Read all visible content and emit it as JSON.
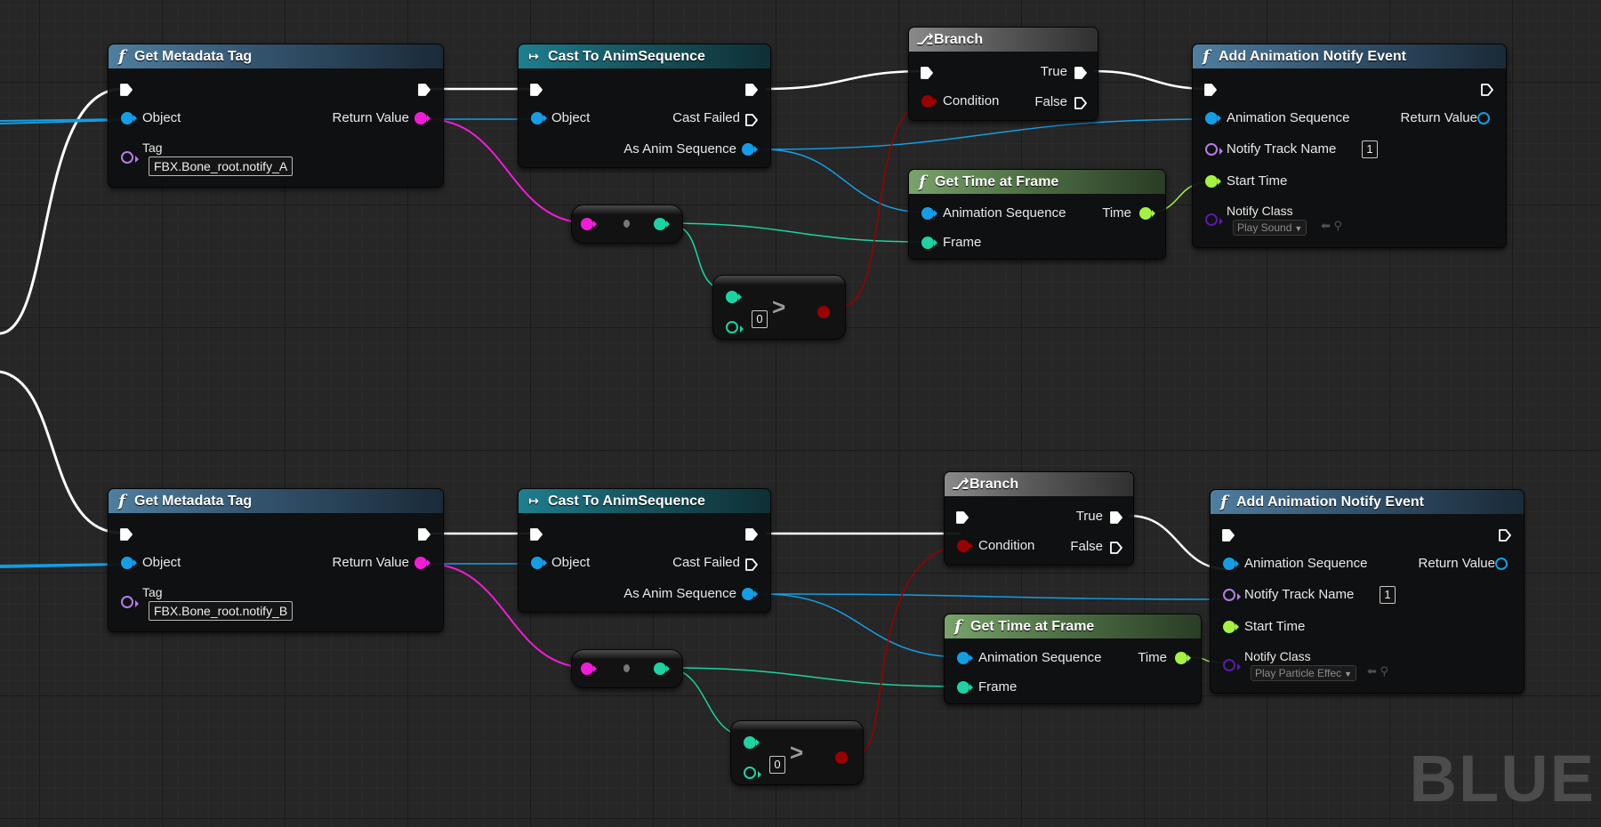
{
  "watermark": "BLUE",
  "colors": {
    "exec": "#ffffff",
    "object": "#139ee6",
    "tag": "#b57de9",
    "string": "#f21cd8",
    "integer": "#1bd4a2",
    "float": "#a5f241",
    "boolean": "#9b0000",
    "class": "#5a1aa8"
  },
  "graphs": [
    {
      "get_metadata_tag": {
        "title": "Get Metadata Tag",
        "object_label": "Object",
        "tag_label": "Tag",
        "return_label": "Return Value",
        "tag_value": "FBX.Bone_root.notify_A"
      },
      "cast": {
        "title": "Cast To AnimSequence",
        "object_label": "Object",
        "cast_failed_label": "Cast Failed",
        "as_label": "As Anim Sequence"
      },
      "branch": {
        "title": "Branch",
        "condition_label": "Condition",
        "true_label": "True",
        "false_label": "False"
      },
      "get_time": {
        "title": "Get Time at Frame",
        "anim_label": "Animation Sequence",
        "frame_label": "Frame",
        "time_label": "Time"
      },
      "compare": {
        "symbol": ">",
        "value": "0"
      },
      "add_notify": {
        "title": "Add Animation Notify Event",
        "anim_label": "Animation Sequence",
        "return_label": "Return Value",
        "track_label": "Notify Track Name",
        "track_value": "1",
        "start_label": "Start Time",
        "class_label": "Notify Class",
        "class_value": "Play Sound"
      }
    },
    {
      "get_metadata_tag": {
        "title": "Get Metadata Tag",
        "object_label": "Object",
        "tag_label": "Tag",
        "return_label": "Return Value",
        "tag_value": "FBX.Bone_root.notify_B"
      },
      "cast": {
        "title": "Cast To AnimSequence",
        "object_label": "Object",
        "cast_failed_label": "Cast Failed",
        "as_label": "As Anim Sequence"
      },
      "branch": {
        "title": "Branch",
        "condition_label": "Condition",
        "true_label": "True",
        "false_label": "False"
      },
      "get_time": {
        "title": "Get Time at Frame",
        "anim_label": "Animation Sequence",
        "frame_label": "Frame",
        "time_label": "Time"
      },
      "compare": {
        "symbol": ">",
        "value": "0"
      },
      "add_notify": {
        "title": "Add Animation Notify Event",
        "anim_label": "Animation Sequence",
        "return_label": "Return Value",
        "track_label": "Notify Track Name",
        "track_value": "1",
        "start_label": "Start Time",
        "class_label": "Notify Class",
        "class_value": "Play Particle Effec"
      }
    }
  ]
}
